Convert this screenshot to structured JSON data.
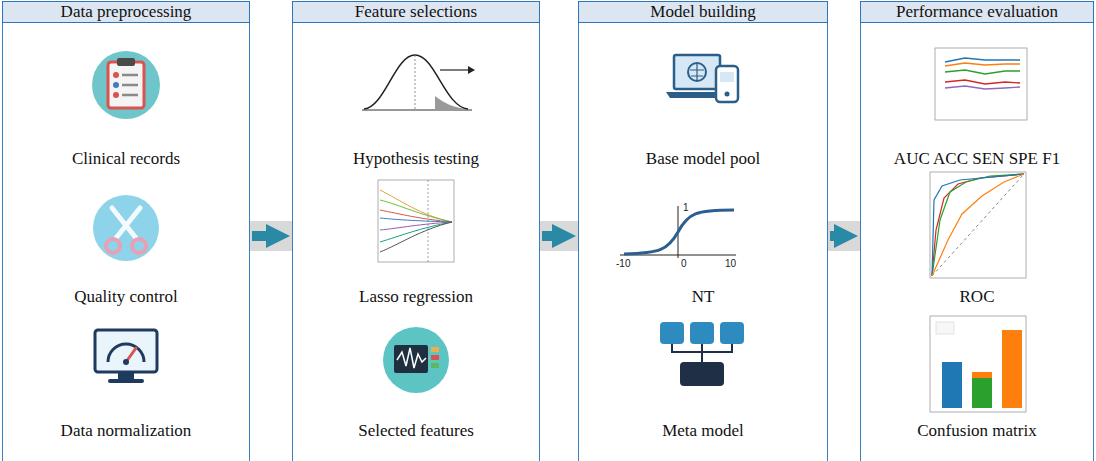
{
  "diagram": {
    "nodes": [
      {
        "text": [
          "Data preprocessing"
        ]
      },
      {
        "text": [
          "Clinical records"
        ],
        "in": 0
      },
      {
        "text": [
          "Quality control"
        ],
        "in": 0
      },
      {
        "text": [
          "Data normalization"
        ],
        "in": 0
      },
      {
        "text": [
          "Feature selections"
        ]
      },
      {
        "text": [
          "Hypothesis testing"
        ],
        "in": 4
      },
      {
        "text": [
          "Lasso regression"
        ],
        "in": 4
      },
      {
        "text": [
          "Selected features"
        ],
        "in": 4
      },
      {
        "text": [
          "Model building"
        ]
      },
      {
        "text": [
          "Base model pool"
        ],
        "in": 8
      },
      {
        "text": [
          "NT"
        ],
        "in": 8
      },
      {
        "text": [
          "Meta model"
        ],
        "in": 8
      },
      {
        "text": [
          "Performance evaluation"
        ]
      },
      {
        "text": [
          "AUC ACC SEN SPE F1"
        ],
        "in": 12
      },
      {
        "text": [
          "ROC"
        ],
        "in": 12
      },
      {
        "text": [
          "Confusion matrix"
        ],
        "in": 12
      }
    ],
    "edges": [
      {
        "from": 0,
        "to": 4,
        "arrow": "to"
      },
      {
        "from": 4,
        "to": 8,
        "arrow": "to"
      },
      {
        "from": 8,
        "to": 12,
        "arrow": "to"
      }
    ],
    "labels": [
      "1",
      "0",
      "-10",
      "10"
    ]
  }
}
